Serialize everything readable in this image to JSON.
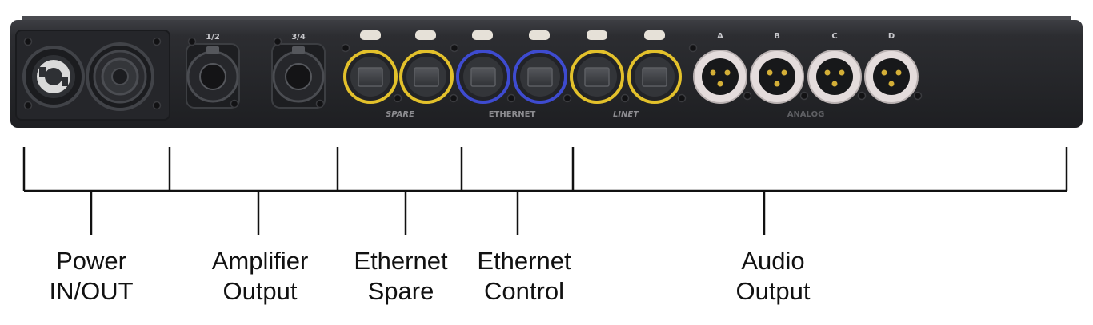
{
  "panel": {
    "port_labels": [
      "1/2",
      "3/4",
      "A",
      "B",
      "C",
      "D"
    ],
    "group_labels": [
      "SPARE",
      "ETHERNET",
      "LINET",
      "ANALOG"
    ]
  },
  "callouts": [
    {
      "line1": "Power",
      "line2": "IN/OUT"
    },
    {
      "line1": "Amplifier",
      "line2": "Output"
    },
    {
      "line1": "Ethernet",
      "line2": "Spare"
    },
    {
      "line1": "Ethernet",
      "line2": "Control"
    },
    {
      "line1": "Audio",
      "line2": "Output"
    }
  ],
  "colors": {
    "chassis": "#2b2c30",
    "port_spare": "#e3c12b",
    "port_ethernet": "#3e4bd0",
    "port_linet": "#e3c12b",
    "port_analog": "#e4dcdc",
    "group_label": "#8c8c90"
  },
  "icons": [
    "power-in-connector-icon",
    "power-out-connector-icon",
    "speakon-connector-icon",
    "rj45-port-icon",
    "xlr-connector-icon",
    "screw-icon"
  ]
}
